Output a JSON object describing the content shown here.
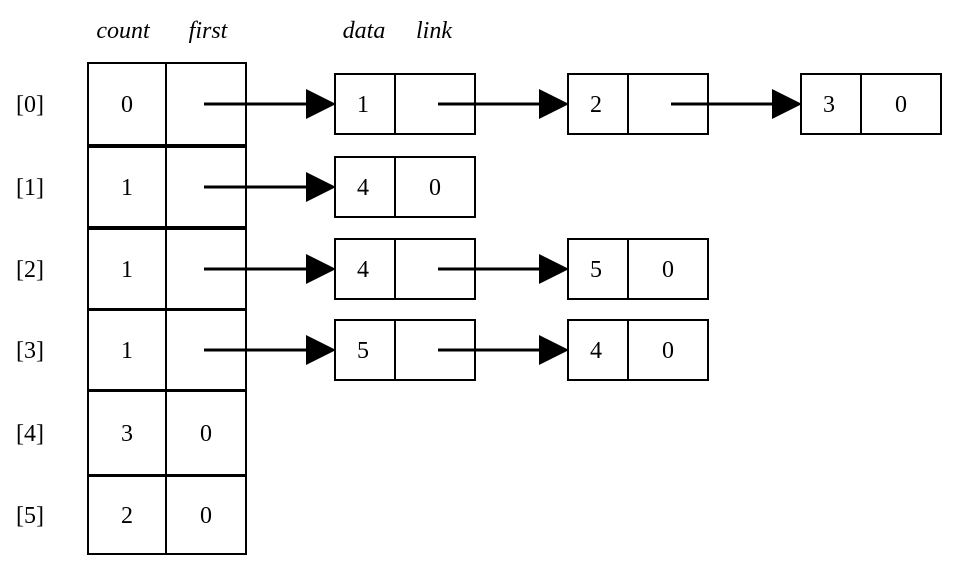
{
  "headers": {
    "count": "count",
    "first": "first",
    "data": "data",
    "link": "link"
  },
  "rows": [
    {
      "index_label": "[0]",
      "count": "0",
      "first": "",
      "nodes": [
        {
          "data": "1",
          "link": ""
        },
        {
          "data": "2",
          "link": ""
        },
        {
          "data": "3",
          "link": "0"
        }
      ]
    },
    {
      "index_label": "[1]",
      "count": "1",
      "first": "",
      "nodes": [
        {
          "data": "4",
          "link": "0"
        }
      ]
    },
    {
      "index_label": "[2]",
      "count": "1",
      "first": "",
      "nodes": [
        {
          "data": "4",
          "link": ""
        },
        {
          "data": "5",
          "link": "0"
        }
      ]
    },
    {
      "index_label": "[3]",
      "count": "1",
      "first": "",
      "nodes": [
        {
          "data": "5",
          "link": ""
        },
        {
          "data": "4",
          "link": "0"
        }
      ]
    },
    {
      "index_label": "[4]",
      "count": "3",
      "first": "0",
      "nodes": []
    },
    {
      "index_label": "[5]",
      "count": "2",
      "first": "0",
      "nodes": []
    }
  ]
}
